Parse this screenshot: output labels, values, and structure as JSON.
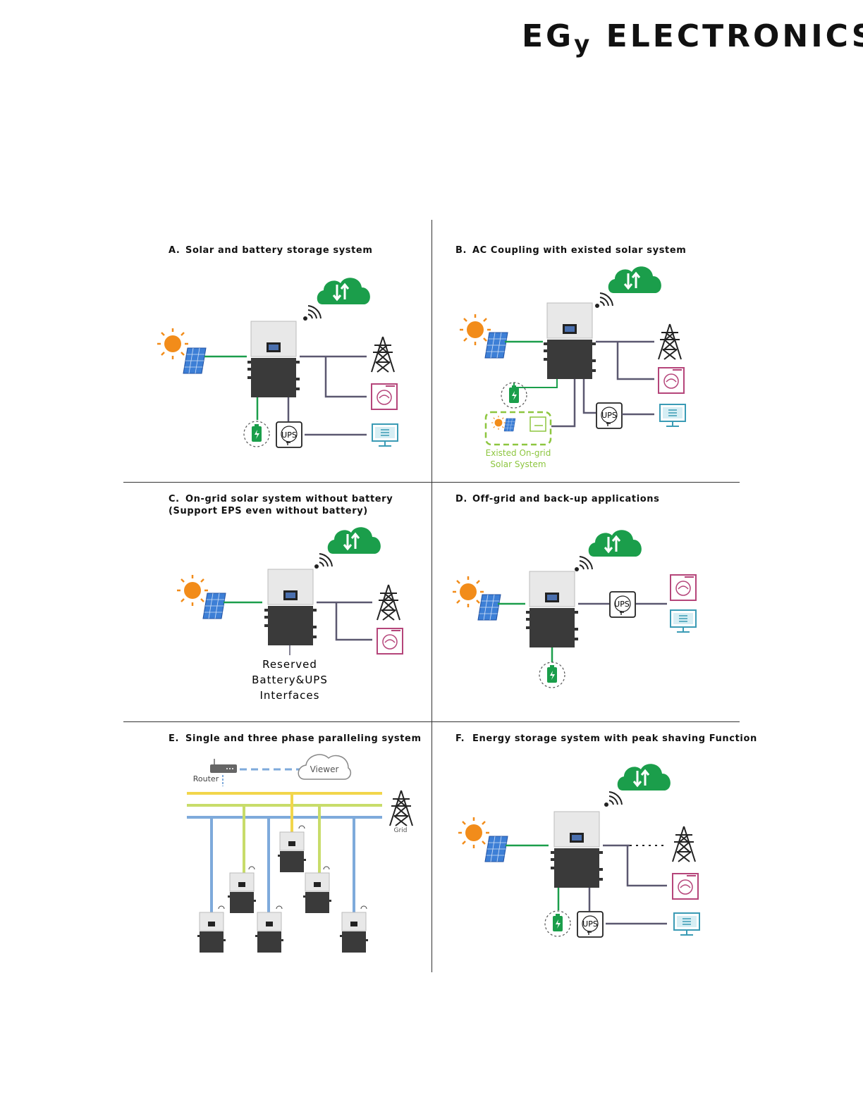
{
  "brand": {
    "logo_text_1": "EG",
    "logo_text_2": "y",
    "logo_text_3": " ELECTRONICS"
  },
  "colors": {
    "green": "#1b9e4b",
    "wire": "#5b5870",
    "pink": "#b5457a",
    "teal": "#3a9bb5",
    "sun": "#f28c1a",
    "panel": "#3d7fd6",
    "yellow": "#f2d64b",
    "lime": "#c8dc6a",
    "blue": "#7eaadb"
  },
  "panels": {
    "a": {
      "letter": "A.",
      "title": "Solar and battery storage system",
      "ups": "UPS"
    },
    "b": {
      "letter": "B.",
      "title": "AC Coupling with existed solar system",
      "ups": "UPS",
      "existed_1": "Existed On-grid",
      "existed_2": "Solar System"
    },
    "c": {
      "letter": "C.",
      "title": "On-grid solar system without battery",
      "subtitle": "(Support EPS even without battery)",
      "reserved_1": "Reserved",
      "reserved_2": "Battery&UPS",
      "reserved_3": "Interfaces"
    },
    "d": {
      "letter": "D.",
      "title": "Off-grid and back-up applications",
      "ups": "UPS"
    },
    "e": {
      "letter": "E.",
      "title": "Single and three phase paralleling system",
      "router": "Router",
      "viewer": "Viewer",
      "grid": "Grid"
    },
    "f": {
      "letter": "F.",
      "title": "Energy storage system with peak shaving Function",
      "ups": "UPS"
    }
  }
}
